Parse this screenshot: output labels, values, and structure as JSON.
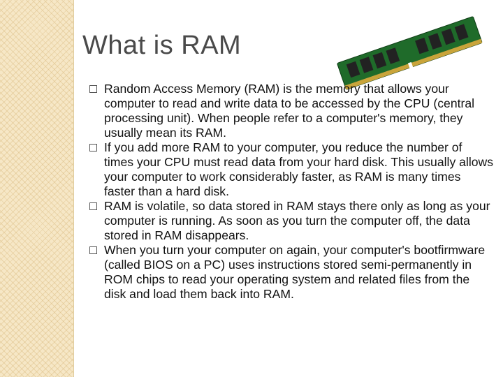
{
  "slide": {
    "title": "What is RAM",
    "image_alt": "RAM memory module",
    "bullets": [
      {
        "text": "Random Access Memory (RAM) is the memory that allows your computer to read and write data to be accessed by the CPU (central processing unit). When people refer to a computer's memory, they usually mean its RAM."
      },
      {
        "text": "If you add more RAM to your computer, you reduce the number of times your CPU must read data from your hard disk. This usually allows your computer to work considerably faster, as RAM is many times faster than a hard disk."
      },
      {
        "text": "RAM is volatile, so data stored in RAM stays there only as long as your computer is running. As soon as you turn the computer off, the data stored in RAM disappears."
      },
      {
        "text": "When you turn your computer on again, your computer's bootfirmware (called BIOS on a PC) uses instructions stored semi-permanently in ROM chips to read your operating system and related files from the disk and load them back into RAM."
      }
    ]
  }
}
